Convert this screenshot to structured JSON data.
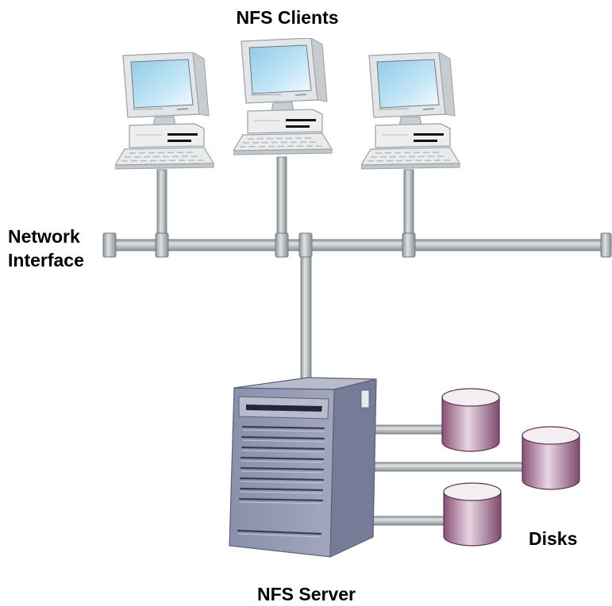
{
  "labels": {
    "clients": "NFS Clients",
    "network_line1": "Network",
    "network_line2": "Interface",
    "server": "NFS Server",
    "disks": "Disks"
  },
  "colors": {
    "pipe": "#b9bfc2",
    "pipe_edge": "#6f7579",
    "server_body": "#8a8fa8",
    "server_side": "#6d7290",
    "disk_body": "#a0688e",
    "disk_top": "#f3eef1",
    "monitor_screen": "#a9d6ee",
    "computer_body": "#eceef0"
  },
  "icons": {
    "client": "desktop-computer-icon",
    "server": "tower-server-icon",
    "disk": "disk-cylinder-icon"
  }
}
